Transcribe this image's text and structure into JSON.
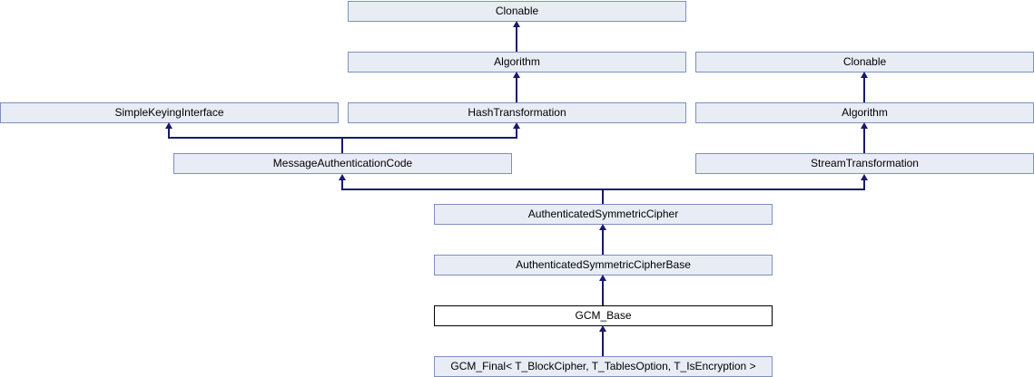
{
  "diagram_type": "class-inheritance-diagram",
  "nodes": [
    {
      "id": "clonable-top",
      "label": "Clonable"
    },
    {
      "id": "algorithm-center",
      "label": "Algorithm"
    },
    {
      "id": "clonable-right",
      "label": "Clonable"
    },
    {
      "id": "simple-keying-interface",
      "label": "SimpleKeyingInterface"
    },
    {
      "id": "hash-transformation",
      "label": "HashTransformation"
    },
    {
      "id": "algorithm-right",
      "label": "Algorithm"
    },
    {
      "id": "message-authentication-code",
      "label": "MessageAuthenticationCode"
    },
    {
      "id": "stream-transformation",
      "label": "StreamTransformation"
    },
    {
      "id": "authenticated-symmetric-cipher",
      "label": "AuthenticatedSymmetricCipher"
    },
    {
      "id": "authenticated-symmetric-cipher-base",
      "label": "AuthenticatedSymmetricCipherBase"
    },
    {
      "id": "gcm-base",
      "label": "GCM_Base",
      "current": true
    },
    {
      "id": "gcm-final",
      "label": "GCM_Final< T_BlockCipher, T_TablesOption, T_IsEncryption >"
    }
  ],
  "edges": [
    {
      "from": "algorithm-center",
      "to": "clonable-top"
    },
    {
      "from": "hash-transformation",
      "to": "algorithm-center"
    },
    {
      "from": "message-authentication-code",
      "to": "simple-keying-interface"
    },
    {
      "from": "message-authentication-code",
      "to": "hash-transformation"
    },
    {
      "from": "algorithm-right",
      "to": "clonable-right"
    },
    {
      "from": "stream-transformation",
      "to": "algorithm-right"
    },
    {
      "from": "authenticated-symmetric-cipher",
      "to": "message-authentication-code"
    },
    {
      "from": "authenticated-symmetric-cipher",
      "to": "stream-transformation"
    },
    {
      "from": "authenticated-symmetric-cipher-base",
      "to": "authenticated-symmetric-cipher"
    },
    {
      "from": "gcm-base",
      "to": "authenticated-symmetric-cipher-base"
    },
    {
      "from": "gcm-final",
      "to": "gcm-base"
    }
  ],
  "colors": {
    "node_fill": "#e8ecf5",
    "node_border": "#7c90be",
    "edge_color": "#191970",
    "current_fill": "#ffffff",
    "current_border": "#000000",
    "text_color": "#000000",
    "canvas_bg": "#ffffff"
  }
}
